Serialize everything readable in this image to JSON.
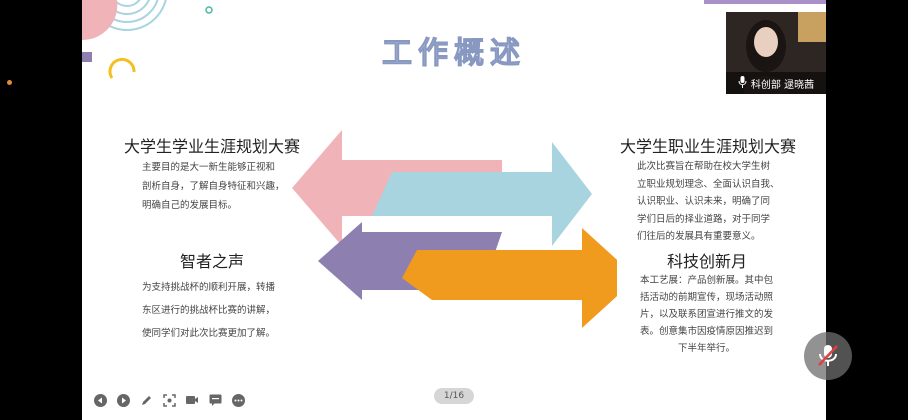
{
  "slide": {
    "title": "工作概述",
    "sections": [
      {
        "title": "大学生学业生涯规划大赛",
        "lines": [
          "主要目的是大一新生能够正视和",
          "剖析自身，了解自身特征和兴趣，",
          "明确自己的发展目标。"
        ]
      },
      {
        "title": "大学生职业生涯规划大赛",
        "lines": [
          "此次比赛旨在帮助在校大学生树",
          "立职业规划理念、全面认识自我、",
          "认识职业、认识未来，明确了同",
          "学们日后的择业道路，对于同学",
          "们往后的发展具有重要意义。"
        ]
      },
      {
        "title": "智者之声",
        "lines": [
          "为支持挑战杯的顺利开展，转播",
          "东区进行的挑战杯比赛的讲解，",
          "使同学们对此次比赛更加了解。"
        ]
      },
      {
        "title": "科技创新月",
        "lines": [
          "本工艺展：产品创新展。其中包",
          "括活动的前期宣传，现场活动照",
          "片，以及联系团宣进行推文的发",
          "表。创意集市因疫情原因推迟到",
          "下半年举行。"
        ]
      }
    ],
    "arrow_colors": [
      "#f0b3b8",
      "#a8d4e0",
      "#8d7fb0",
      "#f09a1e"
    ]
  },
  "page_indicator": "1/16",
  "video": {
    "participant_name": "科创部 逯晓茜"
  },
  "toolbar": {
    "icons": [
      "prev-icon",
      "next-icon",
      "pen-icon",
      "screenshot-icon",
      "camera-icon",
      "subtitle-icon",
      "more-icon"
    ]
  },
  "colors": {
    "title": "#b8c8e6",
    "accent_purple": "#a990c8",
    "accent_yellow": "#f4c020"
  }
}
